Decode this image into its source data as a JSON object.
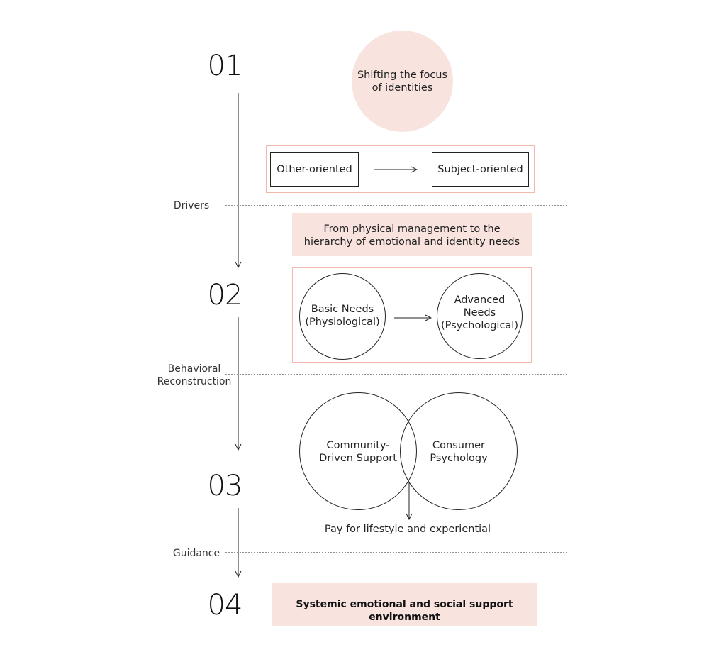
{
  "stages": {
    "s1": "01",
    "s2": "02",
    "s3": "03",
    "s4": "04"
  },
  "dividers": {
    "drivers": "Drivers",
    "behavioral_line1": "Behavioral",
    "behavioral_line2": "Reconstruction",
    "guidance": "Guidance"
  },
  "focus_circle": {
    "line1": "Shifting the focus",
    "line2": "of identities"
  },
  "orientation": {
    "from": "Other-oriented",
    "to": "Subject-oriented"
  },
  "hierarchy_box": {
    "line1": "From physical management to the",
    "line2": "hierarchy of emotional and identity needs"
  },
  "needs": {
    "basic_line1": "Basic Needs",
    "basic_line2": "(Physiological)",
    "advanced_line1": "Advanced",
    "advanced_line2": "Needs",
    "advanced_line3": "(Psychological)"
  },
  "venn": {
    "left_line1": "Community-",
    "left_line2": "Driven Support",
    "right_line1": "Consumer",
    "right_line2": "Psychology",
    "result": "Pay for lifestyle and experiential"
  },
  "final_box": "Systemic emotional and social support environment",
  "colors": {
    "pink_fill": "#f9e3df",
    "pink_outline": "#f2b7ad"
  }
}
